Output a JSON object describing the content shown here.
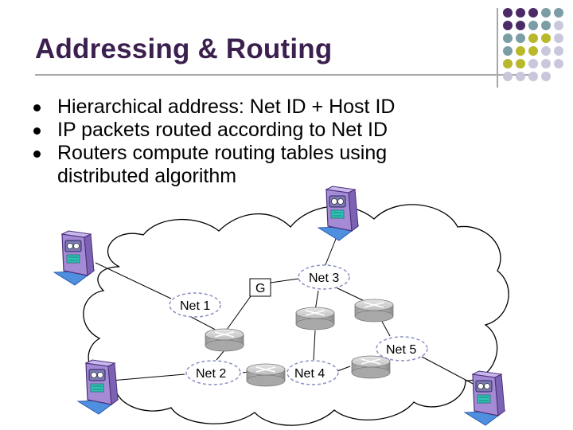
{
  "slide": {
    "title": "Addressing & Routing",
    "bullets": [
      "Hierarchical address:  Net ID + Host ID",
      "IP packets routed according to Net ID",
      "Routers compute routing tables using distributed algorithm"
    ]
  },
  "diagram": {
    "gateway_label": "G",
    "networks": [
      "Net 1",
      "Net 2",
      "Net 3",
      "Net 4",
      "Net 5"
    ]
  },
  "colors": {
    "title": "#3b1f4f",
    "purple": "#4b2a66",
    "teal": "#7a9ea3",
    "olive": "#b9b82a",
    "lilac": "#c9c7dc",
    "net_border": "#8a8fc4"
  }
}
